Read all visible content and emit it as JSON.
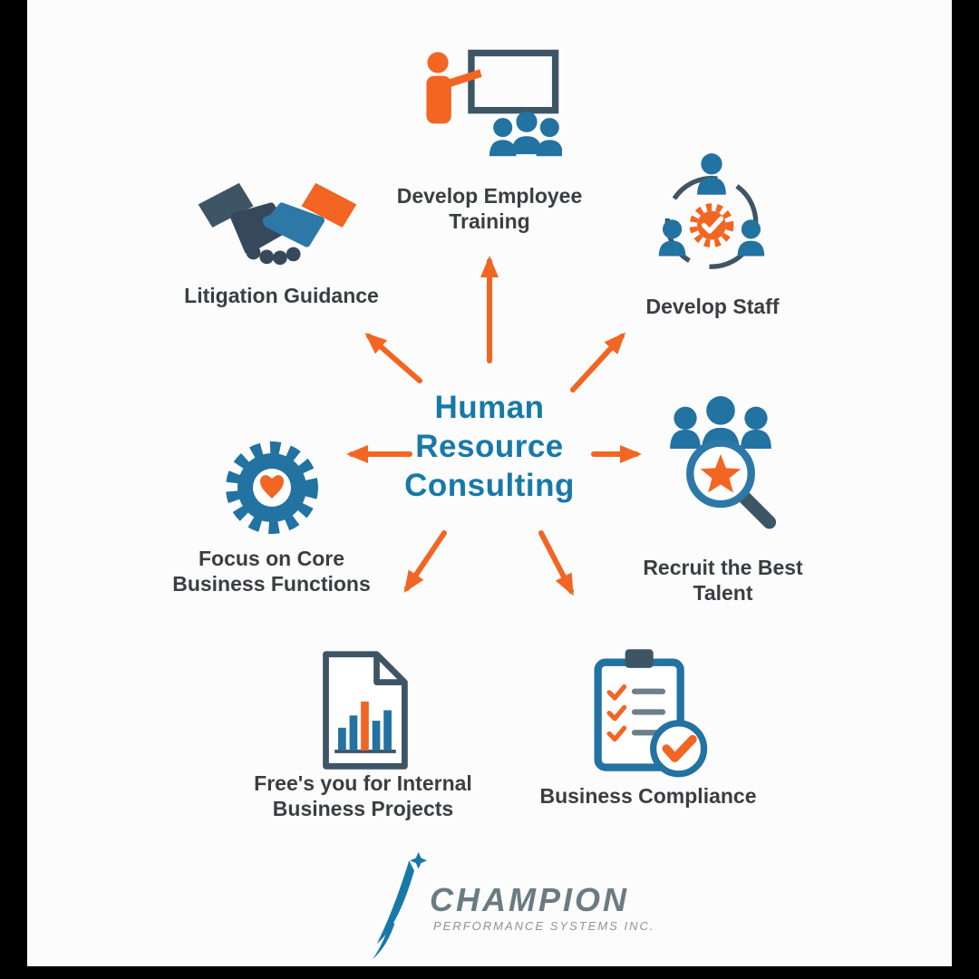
{
  "diagram": {
    "center": {
      "title": "Human\nResource\nConsulting"
    },
    "nodes": [
      {
        "id": "litigation-guidance",
        "label": "Litigation Guidance",
        "icon": "handshake-icon"
      },
      {
        "id": "develop-employee-training",
        "label": "Develop Employee Training",
        "icon": "presentation-icon"
      },
      {
        "id": "develop-staff",
        "label": "Develop Staff",
        "icon": "team-gear-icon"
      },
      {
        "id": "focus-core-business",
        "label": "Focus on Core Business Functions",
        "icon": "gear-heart-icon"
      },
      {
        "id": "recruit-best-talent",
        "label": "Recruit the Best Talent",
        "icon": "recruitment-magnifier-icon"
      },
      {
        "id": "frees-you-internal",
        "label": "Free's you for Internal Business Projects",
        "icon": "document-chart-icon"
      },
      {
        "id": "business-compliance",
        "label": "Business Compliance",
        "icon": "compliance-clipboard-icon"
      }
    ]
  },
  "footer": {
    "brand": "CHAMPION",
    "tagline": "PERFORMANCE SYSTEMS INC."
  },
  "colors": {
    "accent_orange": "#F26522",
    "center_blue": "#1779A8",
    "steel_blue": "#2272A2",
    "dark_slate": "#3E5566",
    "label_gray": "#3B3E41",
    "brand_gray": "#6A7B82"
  }
}
